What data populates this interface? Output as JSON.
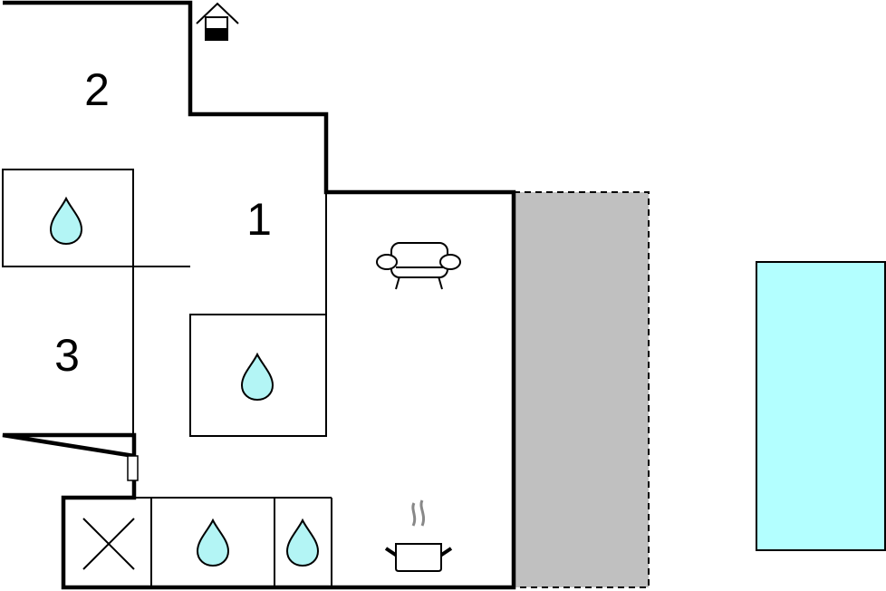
{
  "floorplan": {
    "rooms": [
      {
        "id": "bedroom-1",
        "label": "1"
      },
      {
        "id": "bedroom-2",
        "label": "2"
      },
      {
        "id": "bedroom-3",
        "label": "3"
      }
    ],
    "colors": {
      "terrace": "#c0c0c0",
      "pool": "#b3ffff",
      "water_drop": "#b3f5f5",
      "wall": "#000000"
    },
    "icons": [
      "entrance-icon",
      "water-drop-icon",
      "sofa-icon",
      "cooking-pot-icon",
      "storage-cross-icon"
    ]
  }
}
